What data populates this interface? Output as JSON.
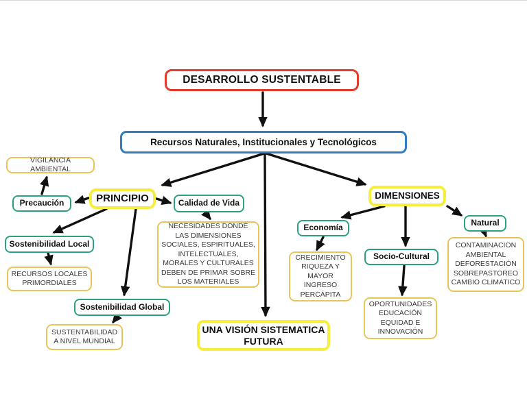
{
  "diagram": {
    "title": "DESARROLLO SUSTENTABLE",
    "colors": {
      "red": "#e43a2c",
      "blue": "#2e7cc3",
      "yellow": "#f7ee3c",
      "gold": "#e9c45a",
      "green": "#2ba182",
      "arrow": "#111111",
      "text": "#111111",
      "detail_text": "#3a3a3a",
      "background": "#ffffff"
    },
    "nodes": {
      "desarrollo": {
        "label": "DESARROLLO SUSTENTABLE"
      },
      "recursos": {
        "label": "Recursos Naturales, Institucionales y Tecnológicos"
      },
      "vigilancia": {
        "label": "VIGILANCIA AMBIENTAL"
      },
      "precaucion": {
        "label": "Precaución"
      },
      "principio": {
        "label": "PRINCIPIO"
      },
      "calidad": {
        "label": "Calidad de Vida"
      },
      "necesidades": {
        "label": "NECESIDADES DONDE\nLAS DIMENSIONES\nSOCIALES, ESPIRITUALES,\nINTELECTUALES,\nMORALES Y CULTURALES\nDEBEN DE PRIMAR SOBRE\nLOS MATERIALES"
      },
      "sost_local": {
        "label": "Sostenibilidad Local"
      },
      "recursos_locales": {
        "label": "RECURSOS LOCALES\nPRIMORDIALES"
      },
      "sost_global": {
        "label": "Sostenibilidad Global"
      },
      "sustentabilidad_mundial": {
        "label": "SUSTENTABILIDAD\nA NIVEL MUNDIAL"
      },
      "vision": {
        "label": "UNA VISIÓN SISTEMATICA\nFUTURA"
      },
      "economia": {
        "label": "Economía"
      },
      "crecimiento": {
        "label": "CRECIMIENTO\nRIQUEZA Y\nMAYOR\nINGRESO\nPERCÁPITA"
      },
      "socio_cultural": {
        "label": "Socio-Cultural"
      },
      "oportunidades": {
        "label": "OPORTUNIDADES\nEDUCACIÓN\nEQUIDAD E\nINNOVACIÓN"
      },
      "dimensiones": {
        "label": "DIMENSIONES"
      },
      "natural": {
        "label": "Natural"
      },
      "contaminacion": {
        "label": "CONTAMINACION\nAMBIENTAL\nDEFORESTACIÓN\nSOBREPASTOREO\nCAMBIO CLIMATICO"
      }
    }
  }
}
